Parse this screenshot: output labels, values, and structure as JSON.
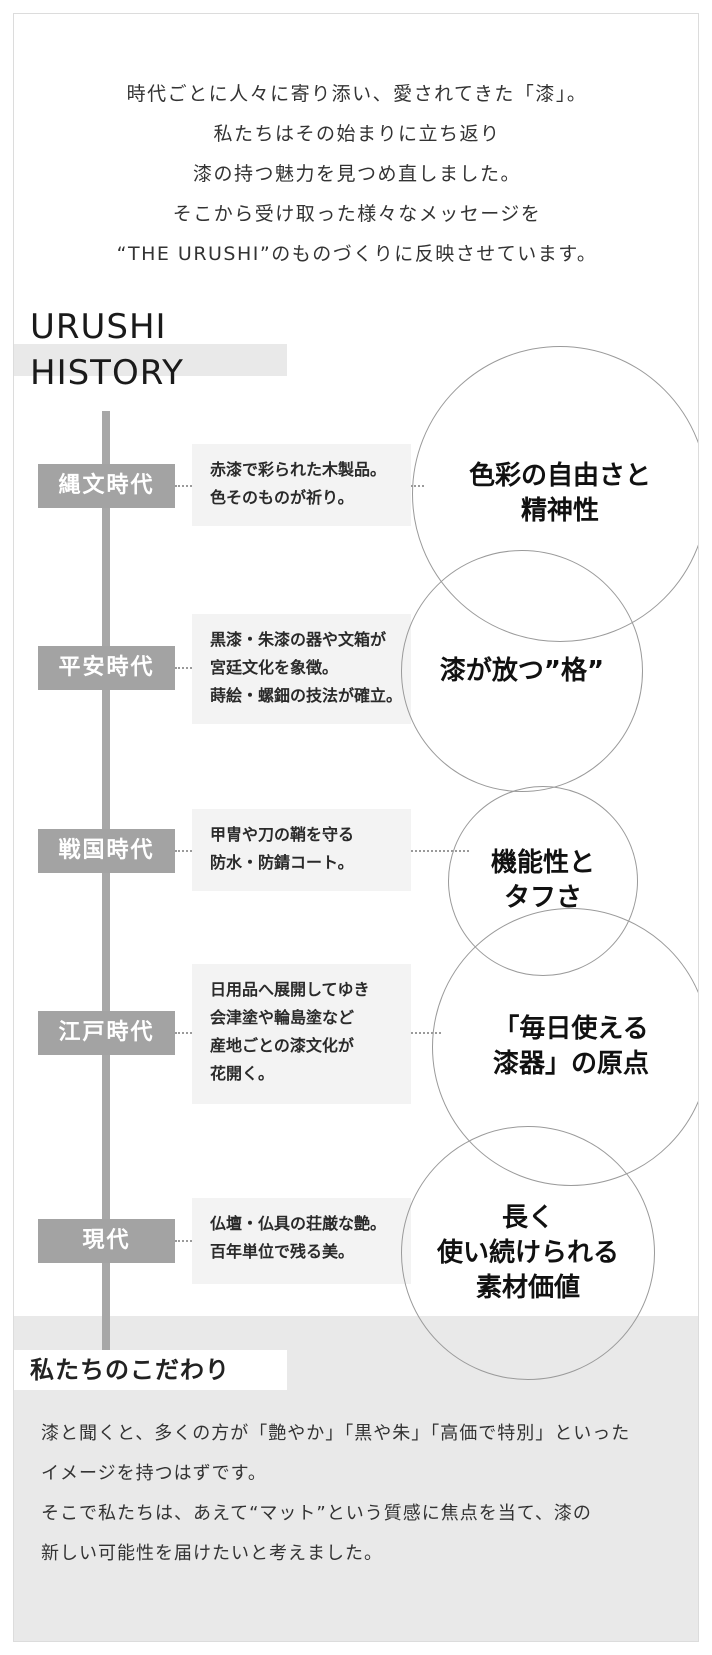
{
  "intro": {
    "lines": [
      "時代ごとに人々に寄り添い、愛されてきた「漆」。",
      "私たちはその始まりに立ち返り",
      "漆の持つ魅力を見つめ直しました。",
      "そこから受け取った様々なメッセージを",
      "“THE URUSHI”のものづくりに反映させています。"
    ]
  },
  "history": {
    "title_line1": "URUSHI",
    "title_line2": "HISTORY"
  },
  "timeline": [
    {
      "era": "縄文時代",
      "desc": [
        "赤漆で彩られた木製品。",
        "色そのものが祈り。"
      ],
      "circle": [
        "色彩の自由さと",
        "精神性"
      ]
    },
    {
      "era": "平安時代",
      "desc": [
        "黒漆・朱漆の器や文箱が",
        "宮廷文化を象徴。",
        "蒔絵・螺鈿の技法が確立。"
      ],
      "circle": [
        "漆が放つ”格”"
      ]
    },
    {
      "era": "戦国時代",
      "desc": [
        "甲冑や刀の鞘を守る",
        "防水・防錆コート。"
      ],
      "circle": [
        "機能性と",
        "タフさ"
      ]
    },
    {
      "era": "江戸時代",
      "desc": [
        "日用品へ展開してゆき",
        "会津塗や輪島塗など",
        "産地ごとの漆文化が",
        "花開く。"
      ],
      "circle": [
        "「毎日使える",
        "漆器」の原点"
      ]
    },
    {
      "era": "現代",
      "desc": [
        "仏壇・仏具の荘厳な艶。",
        "百年単位で残る美。"
      ],
      "circle": [
        "長く",
        "使い続けられる",
        "素材価値"
      ]
    }
  ],
  "kodawari": {
    "title": "私たちのこだわり",
    "lines": [
      "漆と聞くと、多くの方が「艶やか」「黒や朱」「高価で特別」といった",
      "イメージを持つはずです。",
      "そこで私たちは、あえて“マット”という質感に焦点を当て、漆の",
      "新しい可能性を届けたいと考えました。"
    ]
  },
  "colors": {
    "era_badge": "#a3a3a3",
    "timeline_bar": "#a7a7a7",
    "desc_bg": "#f3f3f3",
    "section_bg": "#e9e9e9"
  }
}
